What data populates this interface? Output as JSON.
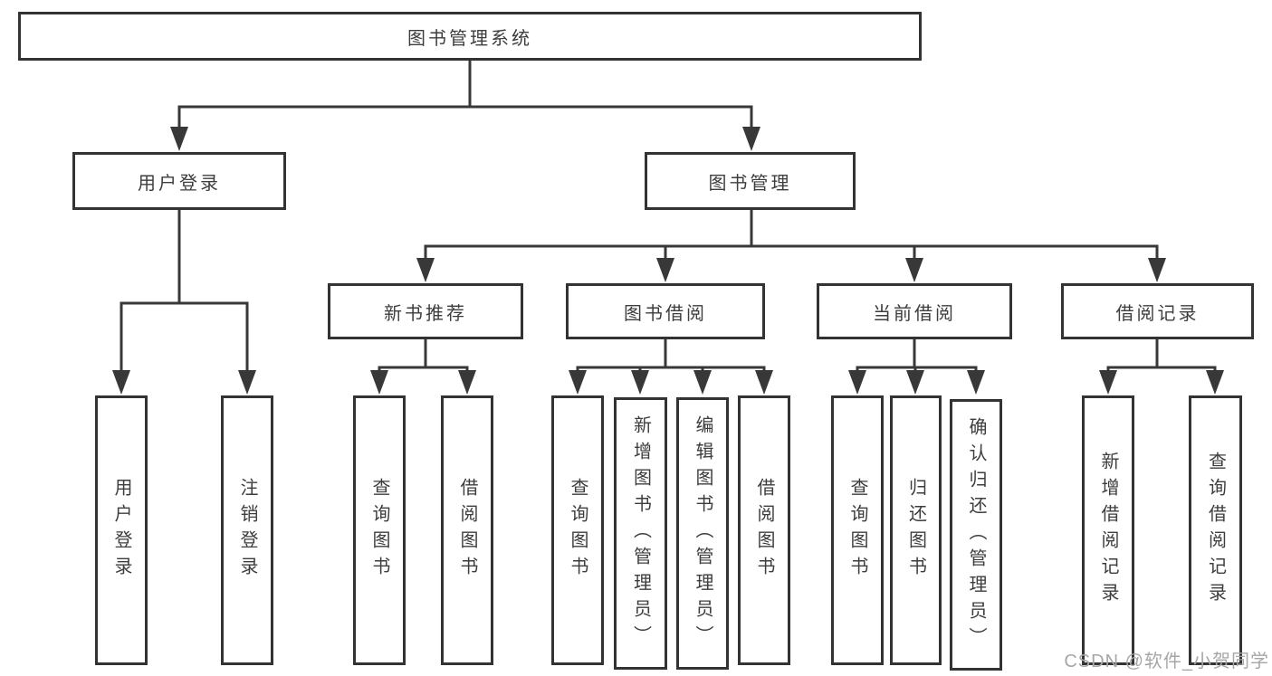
{
  "nodes": {
    "root": "图书管理系统",
    "level2": [
      "用户登录",
      "图书管理"
    ],
    "level3": [
      "新书推荐",
      "图书借阅",
      "当前借阅",
      "借阅记录"
    ],
    "leaves": [
      "用户登录",
      "注销登录",
      "查询图书",
      "借阅图书",
      "查询图书",
      "新增图书（管理员）",
      "编辑图书（管理员）",
      "借阅图书",
      "查询图书",
      "归还图书",
      "确认归还（管理员）",
      "新增借阅记录",
      "查询借阅记录"
    ]
  },
  "watermark": "CSDN @软件_小贺同学",
  "colors": {
    "border": "#333333",
    "text": "#3d3d3d",
    "line": "#383838",
    "watermark": "#a6a6a6",
    "background": "#ffffff"
  }
}
